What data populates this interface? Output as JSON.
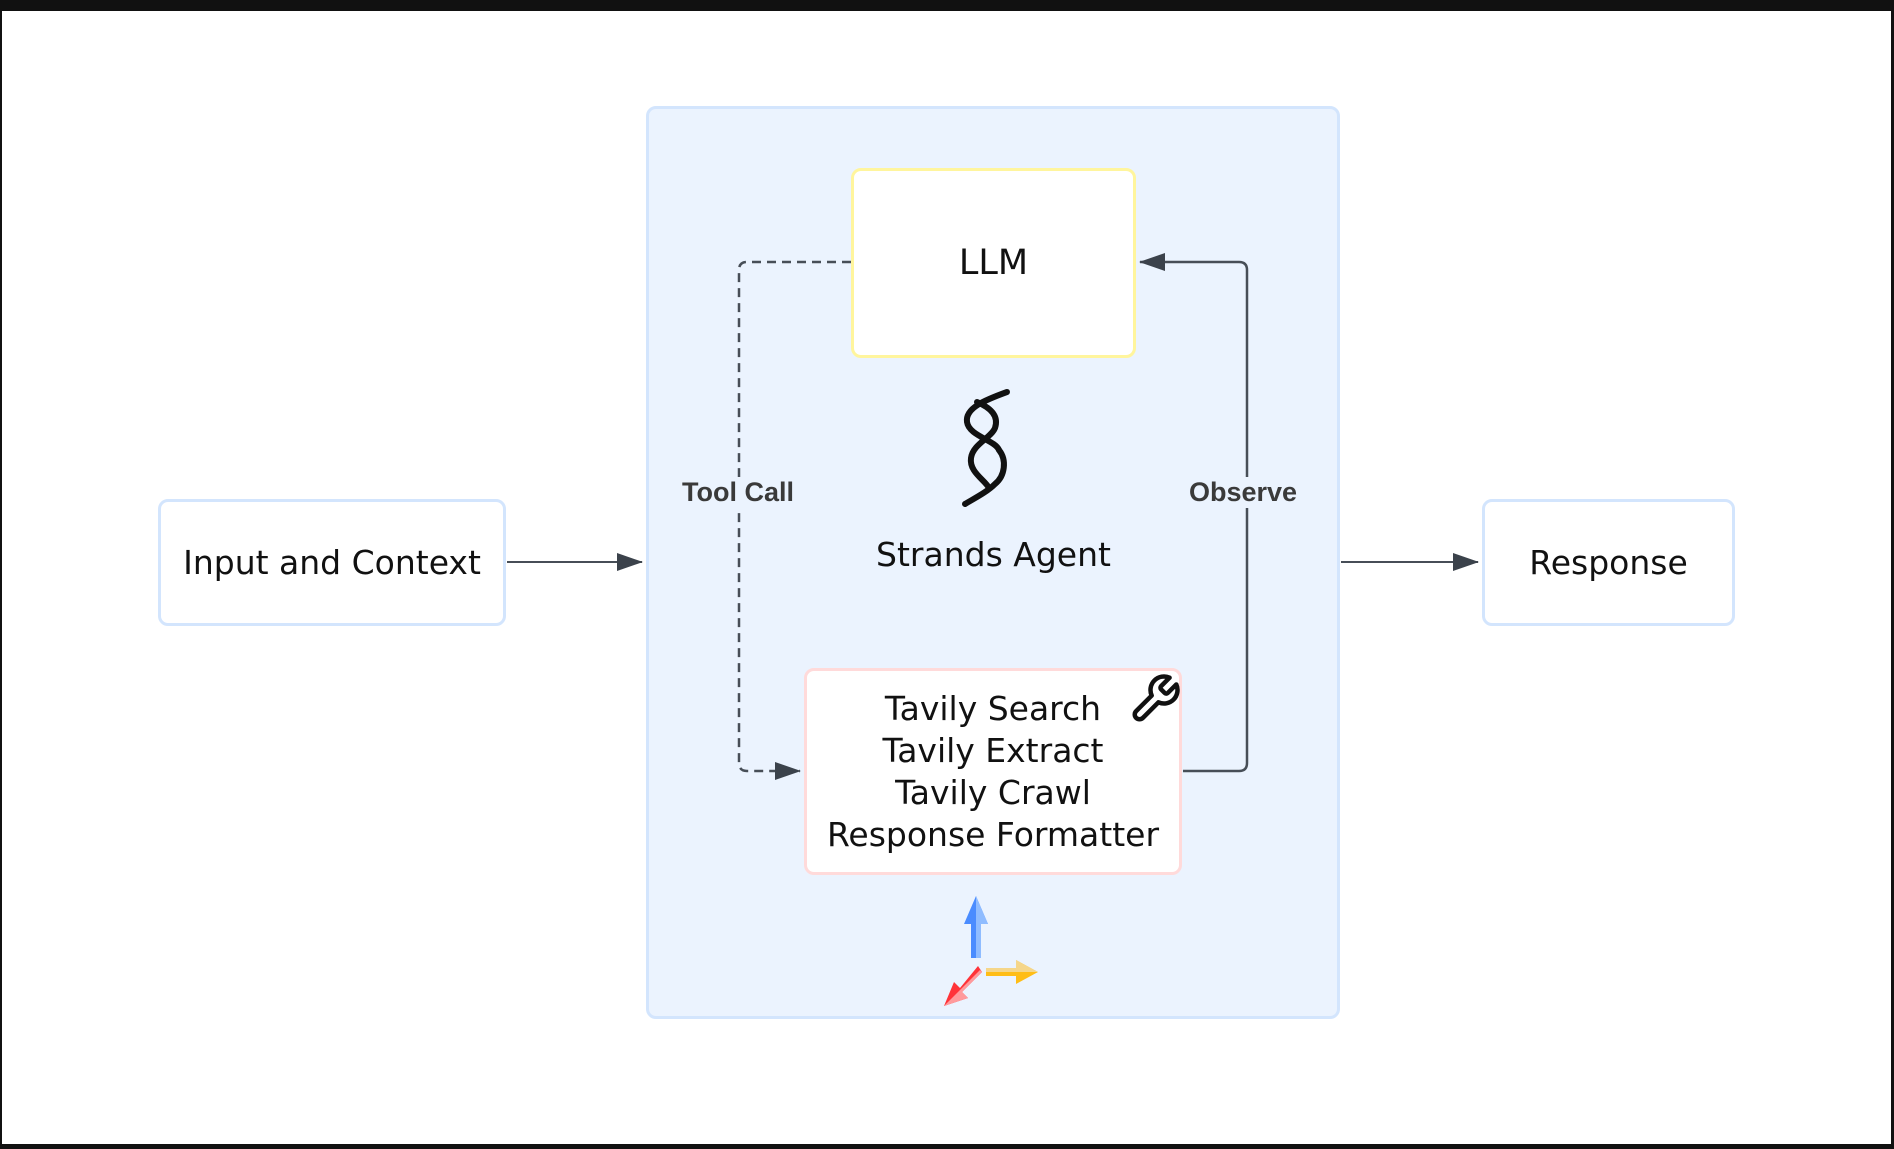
{
  "diagram": {
    "nodes": {
      "input": {
        "label": "Input and Context"
      },
      "response": {
        "label": "Response"
      },
      "llm": {
        "label": "LLM"
      },
      "tools": {
        "items": [
          "Tavily Search",
          "Tavily Extract",
          "Tavily Crawl",
          "Response Formatter"
        ]
      }
    },
    "container": {
      "label": "Strands Agent"
    },
    "edges": {
      "tool_call": {
        "label": "Tool Call",
        "style": "dashed"
      },
      "observe": {
        "label": "Observe",
        "style": "solid"
      }
    },
    "icons": {
      "agent": "strands-helix-icon",
      "tools": "wrench-icon",
      "axes": "3d-axes-icon"
    },
    "colors": {
      "container_fill": "#ebf3fe",
      "container_border": "#d3e5fd",
      "llm_border": "#fff59d",
      "tools_border": "#ffdada",
      "edge": "#474e57",
      "axis_blue": "#4a8cff",
      "axis_yellow": "#ffbd16",
      "axis_red": "#ff3339"
    }
  }
}
